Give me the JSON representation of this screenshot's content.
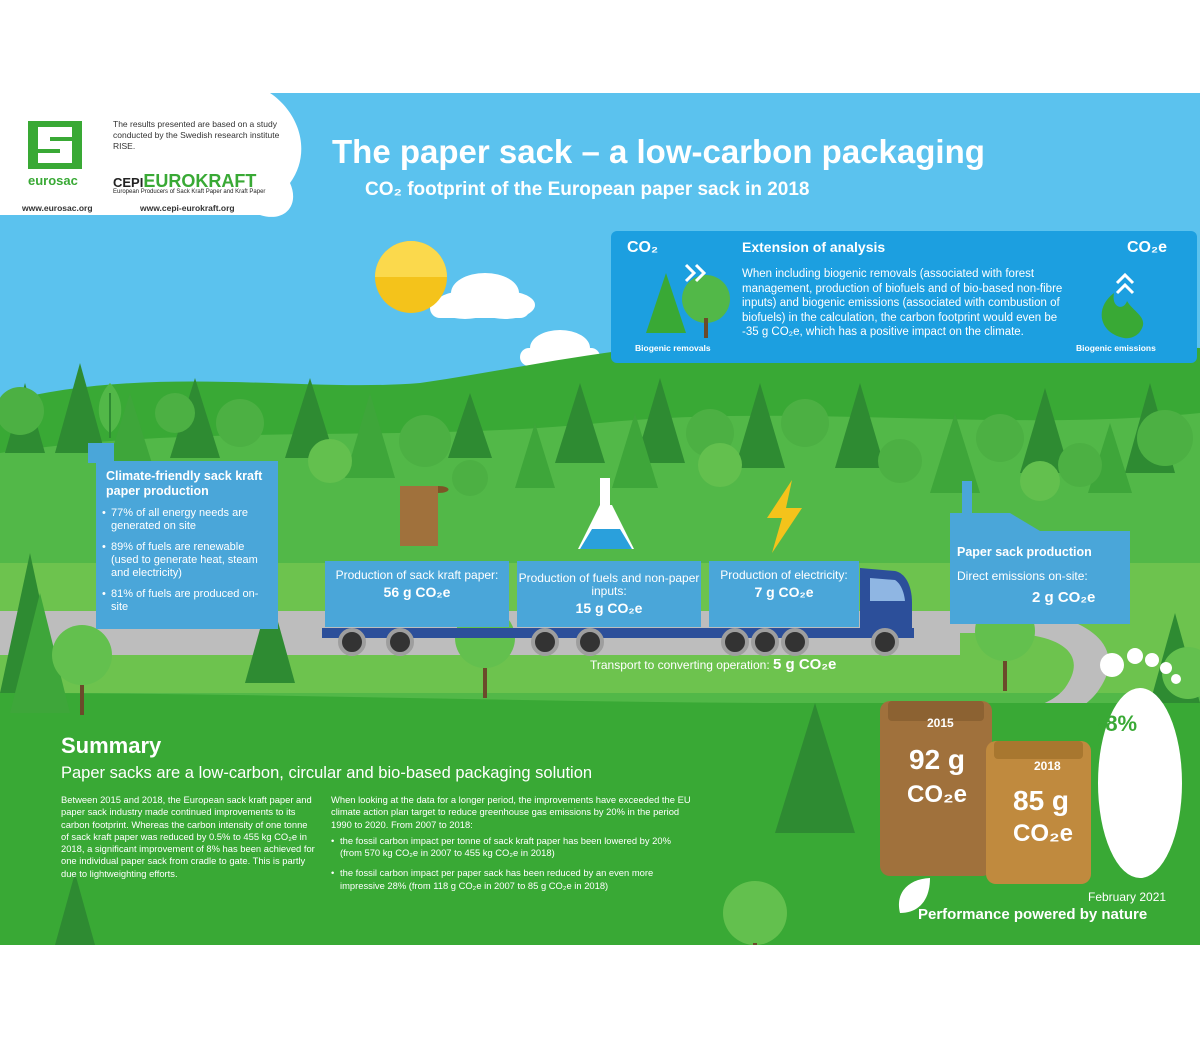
{
  "header": {
    "title": "The paper sack – a low-carbon packaging",
    "subtitle": "CO₂ footprint of the European paper sack in 2018",
    "note": "The results presented are based on a study conducted by the Swedish research institute RISE.",
    "eurosac_name": "eurosac",
    "eurosac_url": "www.eurosac.org",
    "cepi_prefix": "CEPI",
    "cepi_name": "EUROKRAFT",
    "cepi_sub": "European Producers of Sack Kraft Paper and Kraft Paper",
    "cepi_url": "www.cepi-eurokraft.org"
  },
  "extension": {
    "co2_left": "CO₂",
    "co2_right": "CO₂e",
    "title": "Extension of analysis",
    "body": "When including biogenic removals (associated with forest management, production of biofuels and of bio-based non-fibre inputs) and biogenic emissions (associated with combustion of biofuels) in the calculation, the carbon footprint would even be -35 g CO₂e, which has a positive impact on the climate.",
    "label_left": "Biogenic removals",
    "label_right": "Biogenic emissions"
  },
  "climate": {
    "title": "Climate-friendly sack kraft paper production",
    "bullets": [
      "77% of all energy needs are generated on site",
      "89% of fuels are renewable (used to generate heat, steam and electricity)",
      "81% of fuels are produced on-site"
    ]
  },
  "stages": [
    {
      "label": "Production of sack kraft paper:",
      "value": "56 g CO₂e"
    },
    {
      "label": "Production of fuels and non-paper inputs:",
      "value": "15 g CO₂e"
    },
    {
      "label": "Production of electricity:",
      "value": "7 g CO₂e"
    }
  ],
  "paper_sack": {
    "title": "Paper sack production",
    "label": "Direct emissions on-site:",
    "value": "2 g CO₂e"
  },
  "transport": {
    "label": "Transport to converting operation:",
    "value": "5 g CO₂e"
  },
  "summary": {
    "title": "Summary",
    "subtitle": "Paper sacks are a low-carbon, circular and bio-based packaging solution",
    "col1": "Between 2015 and 2018, the European sack kraft paper and paper sack industry made continued improvements to its carbon footprint. Whereas the carbon intensity of one tonne of sack kraft paper was reduced by 0.5% to 455 kg CO₂e in 2018, a significant improvement of 8% has been achieved for one individual paper sack from cradle to gate. This is partly due to lightweighting efforts.",
    "col2_intro": "When looking at the data for a longer period, the improvements have exceeded the EU climate action plan target to reduce greenhouse gas emissions by 20% in the period 1990 to 2020. From 2007 to 2018:",
    "col2_bullets": [
      "the fossil carbon impact per tonne of sack kraft paper has been lowered by 20% (from 570 kg CO₂e in 2007 to 455 kg CO₂e in 2018)",
      "the fossil carbon impact per paper sack has been reduced by an even more impressive 28% (from 118 g CO₂e in 2007 to 85 g CO₂e in 2018)"
    ]
  },
  "comparison": {
    "year1": "2015",
    "value1": "92 g",
    "unit1": "CO₂e",
    "year2": "2018",
    "value2": "85 g",
    "unit2": "CO₂e",
    "change": "-8%"
  },
  "footer": {
    "date": "February 2021",
    "slogan": "Performance powered by nature"
  },
  "colors": {
    "sky": "#5bc2ee",
    "grass": "#39a935",
    "box": "#4aa6d9",
    "truck": "#2c4f9a",
    "sack": "#a0713c"
  }
}
